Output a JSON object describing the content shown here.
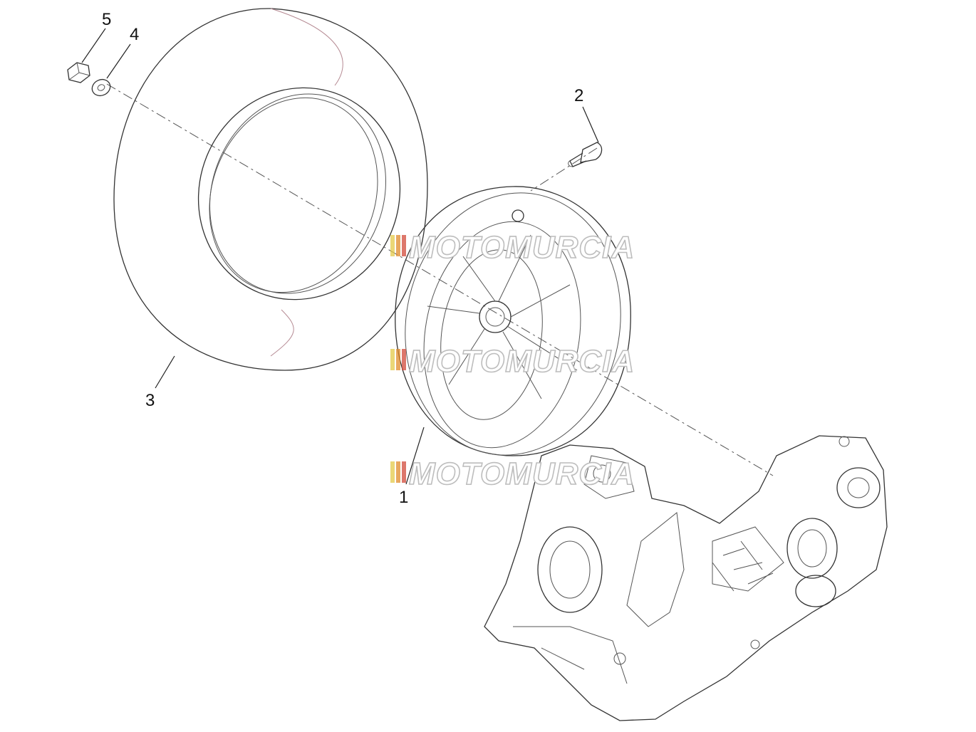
{
  "diagram": {
    "callouts": [
      {
        "id": "1",
        "label": "1"
      },
      {
        "id": "2",
        "label": "2"
      },
      {
        "id": "3",
        "label": "3"
      },
      {
        "id": "4",
        "label": "4"
      },
      {
        "id": "5",
        "label": "5"
      }
    ],
    "watermark": "MOTOMURCIA",
    "watermark_colors": [
      "#e4c94a",
      "#e08a2a",
      "#d24a3a"
    ]
  }
}
